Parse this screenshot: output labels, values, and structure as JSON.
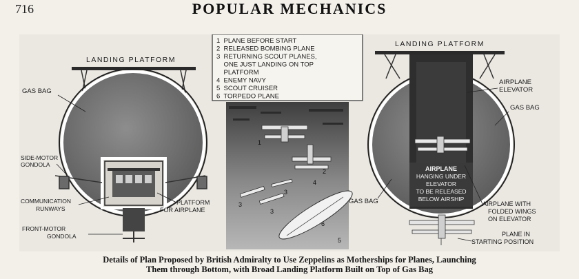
{
  "header": {
    "page_number": "716",
    "magazine_title": "POPULAR MECHANICS"
  },
  "figure": {
    "left_panel": {
      "heading": "LANDING PLATFORM",
      "labels": {
        "gas_bag": "GAS BAG",
        "side_motor": [
          "SIDE-MOTOR",
          "GONDOLA"
        ],
        "communication": [
          "COMMUNICATION",
          "RUNWAYS"
        ],
        "front_motor": [
          "FRONT-MOTOR",
          "GONDOLA"
        ],
        "platform": [
          "PLATFORM",
          "FOR AIRPLANE"
        ]
      }
    },
    "legend": {
      "lines": [
        "1  PLANE BEFORE START",
        "2  RELEASED BOMBING PLANE",
        "3  RETURNING SCOUT PLANES,",
        "    ONE JUST LANDING ON TOP",
        "    PLATFORM",
        "4  ENEMY NAVY",
        "5  SCOUT CRUISER",
        "6  TORPEDO PLANE"
      ]
    },
    "scene_numbers": [
      "1",
      "2",
      "3",
      "3",
      "3",
      "4",
      "5",
      "6"
    ],
    "right_panel": {
      "heading": "LANDING PLATFORM",
      "labels": {
        "elevator": [
          "AIRPLANE",
          "ELEVATOR"
        ],
        "gas_bag_top": "GAS BAG",
        "gas_bag_left": "GAS BAG",
        "hanging": [
          "AIRPLANE",
          "HANGING UNDER",
          "ELEVATOR",
          "TO BE RELEASED",
          "BELOW AIRSHIP"
        ],
        "folded": [
          "AIRPLANE WITH",
          "FOLDED WINGS",
          "ON ELEVATOR"
        ],
        "starting": [
          "PLANE IN",
          "STARTING POSITION"
        ]
      }
    }
  },
  "caption": {
    "line1": "Details of Plan Proposed by British Admiralty to Use Zeppelins as Motherships for Planes, Launching",
    "line2": "Them through Bottom, with Broad Landing Platform Built on Top of Gas Bag"
  }
}
